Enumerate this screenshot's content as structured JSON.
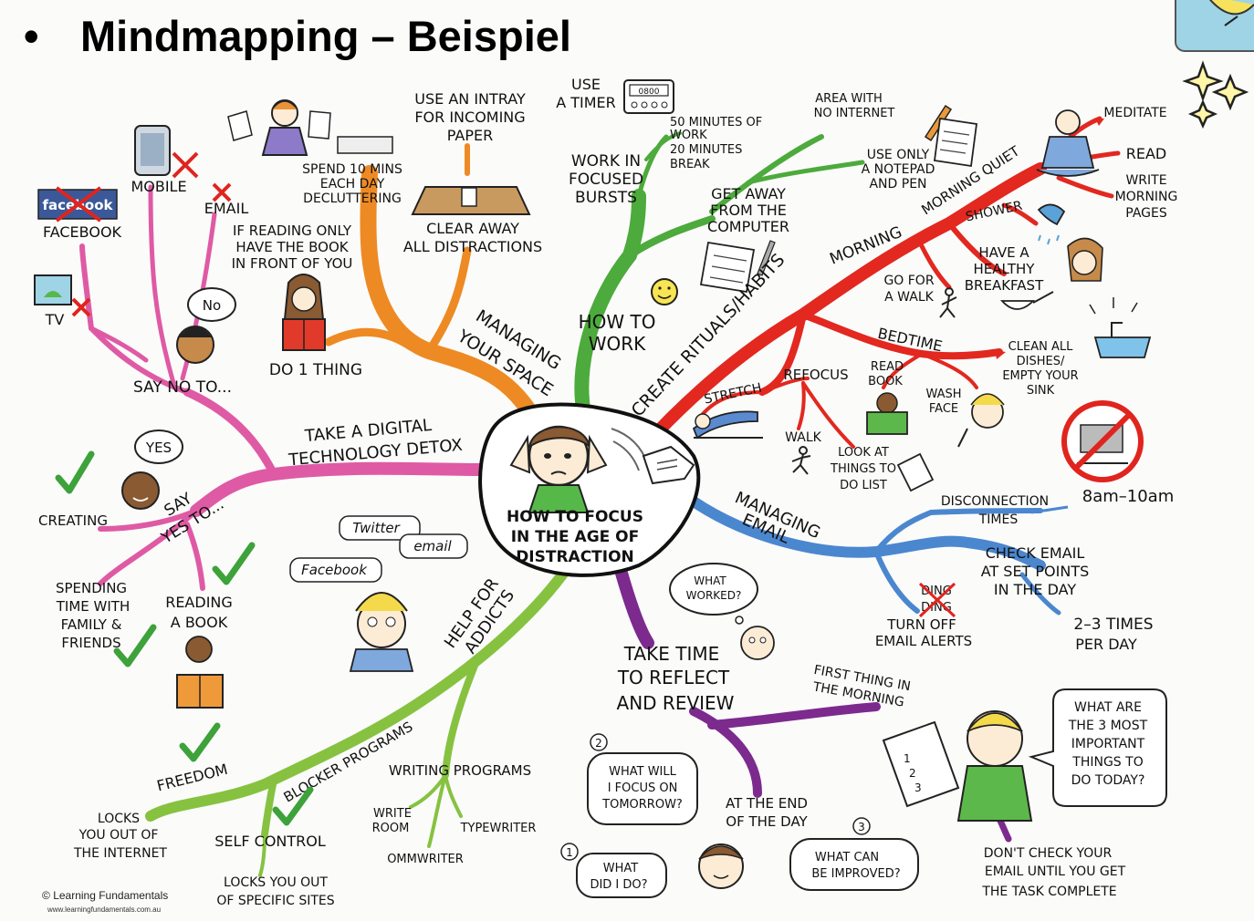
{
  "slide": {
    "bullet": "•",
    "title": "Mindmapping – Beispiel"
  },
  "center": {
    "line1": "HOW TO FOCUS",
    "line2": "IN THE AGE OF",
    "line3": "DISTRACTION"
  },
  "branches": {
    "managing_space": {
      "label1": "MANAGING",
      "label2": "YOUR SPACE",
      "declutter": [
        "SPEND 10 MINS",
        "EACH DAY",
        "DECLUTTERING"
      ],
      "intray": [
        "USE AN INTRAY",
        "FOR INCOMING",
        "PAPER"
      ],
      "clear": [
        "CLEAR AWAY",
        "ALL DISTRACTIONS"
      ],
      "reading": [
        "IF READING ONLY",
        "HAVE THE BOOK",
        "IN FRONT OF YOU"
      ],
      "one_thing": "DO 1 THING"
    },
    "how_to_work": {
      "label1": "HOW TO",
      "label2": "WORK",
      "timer": [
        "USE",
        "A TIMER"
      ],
      "timer_display": "0800",
      "focused": [
        "WORK IN",
        "FOCUSED",
        "BURSTS"
      ],
      "minutes": [
        "50 MINUTES OF",
        "WORK",
        "20 MINUTES",
        "BREAK"
      ],
      "no_internet": [
        "AREA WITH",
        "NO INTERNET"
      ],
      "notepad": [
        "USE ONLY",
        "A NOTEPAD",
        "AND PEN"
      ],
      "away": [
        "GET AWAY",
        "FROM THE",
        "COMPUTER"
      ]
    },
    "rituals": {
      "label": "CREATE RITUALS/HABITS",
      "morning": "MORNING",
      "morning_quiet": "MORNING QUIET",
      "meditate": "MEDITATE",
      "read": "READ",
      "write_pages": [
        "WRITE",
        "MORNING",
        "PAGES"
      ],
      "shower": "SHOWER",
      "breakfast": [
        "HAVE A",
        "HEALTHY",
        "BREAKFAST"
      ],
      "walk_morning": [
        "GO FOR",
        "A WALK"
      ],
      "bedtime": "BEDTIME",
      "dishes": [
        "CLEAN ALL",
        "DISHES/",
        "EMPTY YOUR",
        "SINK"
      ],
      "read_book": [
        "READ",
        "BOOK"
      ],
      "wash_face": [
        "WASH",
        "FACE"
      ],
      "stretch": "STRETCH",
      "refocus": "REFOCUS",
      "walk": "WALK",
      "todo": [
        "LOOK AT",
        "THINGS TO",
        "DO LIST"
      ]
    },
    "managing_email": {
      "label1": "MANAGING",
      "label2": "EMAIL",
      "disconnection": [
        "DISCONNECTION",
        "TIMES"
      ],
      "hours": "8am–10am",
      "set_points": [
        "CHECK EMAIL",
        "AT SET POINTS",
        "IN THE DAY"
      ],
      "times": [
        "2–3 TIMES",
        "PER DAY"
      ],
      "ding": [
        "DING",
        "DING"
      ],
      "alerts": [
        "TURN OFF",
        "EMAIL ALERTS"
      ]
    },
    "reflect": {
      "label": [
        "TAKE TIME",
        "TO REFLECT",
        "AND REVIEW"
      ],
      "what_worked": [
        "WHAT",
        "WORKED?"
      ],
      "first_thing": [
        "FIRST THING IN",
        "THE MORNING"
      ],
      "most_important": [
        "WHAT ARE",
        "THE 3 MOST",
        "IMPORTANT",
        "THINGS TO",
        "DO TODAY?"
      ],
      "list_numbers": [
        "1",
        "2",
        "3"
      ],
      "dont_check": [
        "DON'T CHECK YOUR",
        "EMAIL UNTIL YOU GET",
        "THE TASK COMPLETE"
      ],
      "end_of_day": [
        "AT THE END",
        "OF THE DAY"
      ],
      "q1_num": "1",
      "q1": [
        "WHAT",
        "DID I DO?"
      ],
      "q2_num": "2",
      "q2": [
        "WHAT WILL",
        "I FOCUS ON",
        "TOMORROW?"
      ],
      "q3_num": "3",
      "q3": [
        "WHAT CAN",
        "BE IMPROVED?"
      ]
    },
    "addicts": {
      "label1": "HELP FOR",
      "label2": "ADDICTS",
      "twitter": "Twitter",
      "email": "email",
      "facebook": "Facebook",
      "blocker": "BLOCKER PROGRAMS",
      "writing": "WRITING PROGRAMS",
      "write_room": [
        "WRITE",
        "ROOM"
      ],
      "typewriter": "TYPEWRITER",
      "ommwriter": "OMMWRITER",
      "freedom": "FREEDOM",
      "locks_internet": [
        "LOCKS",
        "YOU OUT OF",
        "THE INTERNET"
      ],
      "self_control": "SELF CONTROL",
      "locks_sites": [
        "LOCKS YOU OUT",
        "OF SPECIFIC SITES"
      ]
    },
    "detox": {
      "label1": "TAKE A DIGITAL",
      "label2": "TECHNOLOGY DETOX",
      "say_no": "SAY NO TO...",
      "no": "No",
      "facebook_logo": "facebook",
      "facebook": "FACEBOOK",
      "mobile": "MOBILE",
      "email": "EMAIL",
      "tv": "TV",
      "say_yes": [
        "SAY",
        "YES TO..."
      ],
      "yes": "YES",
      "creating": "CREATING",
      "family": [
        "SPENDING",
        "TIME WITH",
        "FAMILY &",
        "FRIENDS"
      ],
      "reading": [
        "READING",
        "A BOOK"
      ]
    }
  },
  "footer": {
    "copyright": "Learning Fundamentals",
    "url": "www.learningfundamentals.com.au"
  },
  "colors": {
    "orange": "#ee8a23",
    "green": "#4daa3c",
    "red": "#e2281f",
    "blue": "#4b87cf",
    "purple": "#7c2a8e",
    "lime": "#86c240",
    "pink": "#df5aa4",
    "check": "#3da23a",
    "cross": "#e0241e"
  }
}
